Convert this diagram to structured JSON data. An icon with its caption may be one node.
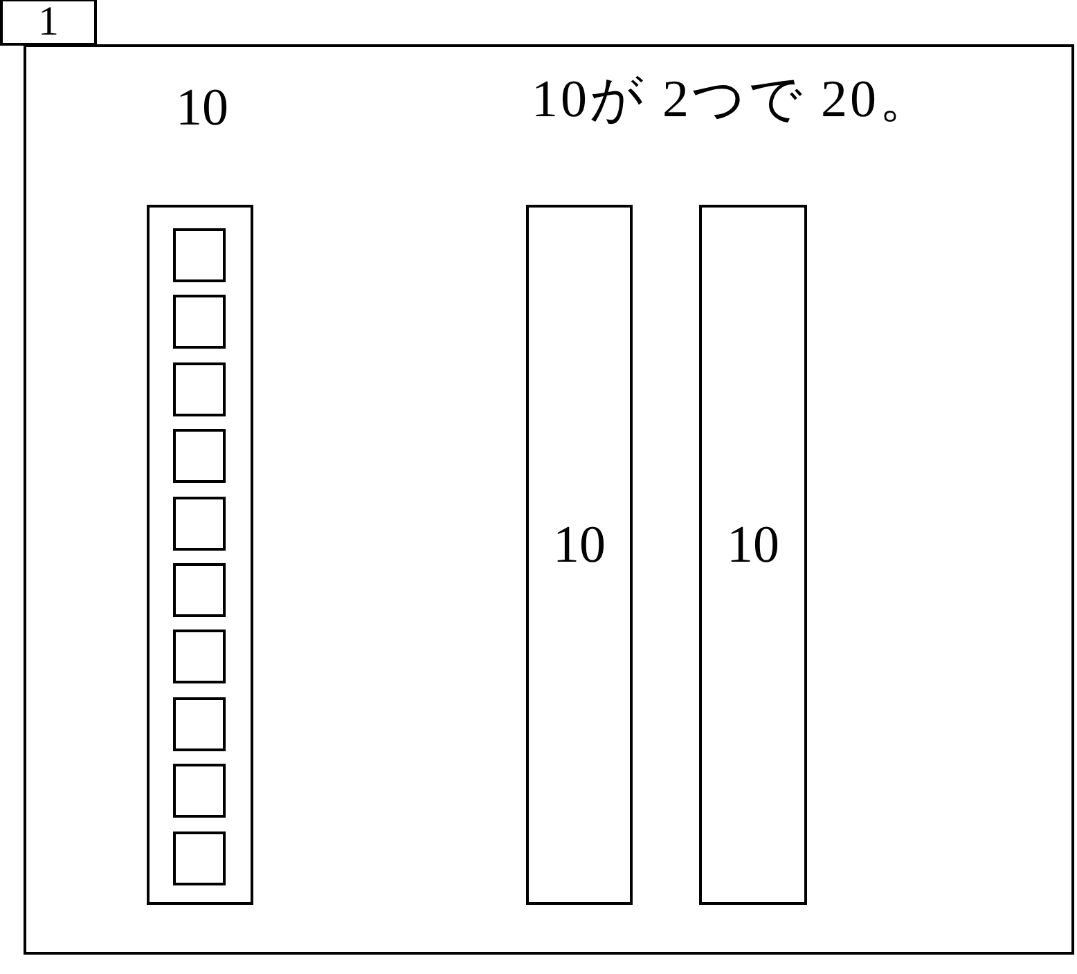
{
  "diagram": {
    "nodes": [
      {
        "text": [
          "1"
        ]
      },
      {
        "text": [],
        "shape": "box"
      },
      {
        "text": [
          "10"
        ],
        "in": 1
      },
      {
        "text": [],
        "shape": "box",
        "in": 2
      },
      {
        "text": [],
        "shape": "box",
        "in": 2
      },
      {
        "text": [],
        "shape": "box",
        "in": 2
      },
      {
        "text": [],
        "shape": "box",
        "in": 2
      },
      {
        "text": [],
        "shape": "box",
        "in": 2
      },
      {
        "text": [],
        "shape": "box",
        "in": 2
      },
      {
        "text": [],
        "shape": "box",
        "in": 2
      },
      {
        "text": [],
        "shape": "box",
        "in": 2
      },
      {
        "text": [],
        "shape": "box",
        "in": 2
      },
      {
        "text": [],
        "shape": "box",
        "in": 2
      },
      {
        "text": [
          "10"
        ],
        "in": 1
      },
      {
        "text": [
          "10"
        ],
        "in": 1
      }
    ],
    "labels": [
      "10が 2つで 20。"
    ]
  }
}
